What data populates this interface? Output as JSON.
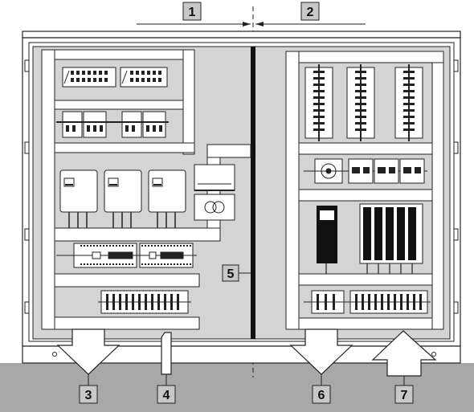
{
  "callouts": {
    "c1": "1",
    "c2": "2",
    "c3": "3",
    "c4": "4",
    "c5": "5",
    "c6": "6",
    "c7": "7"
  },
  "colors": {
    "panel": "#d4d4d4",
    "floor": "#a8a8a8",
    "frame": "#ffffff",
    "outline": "#1a1a1a",
    "callout_box": "#c8c8c8"
  }
}
